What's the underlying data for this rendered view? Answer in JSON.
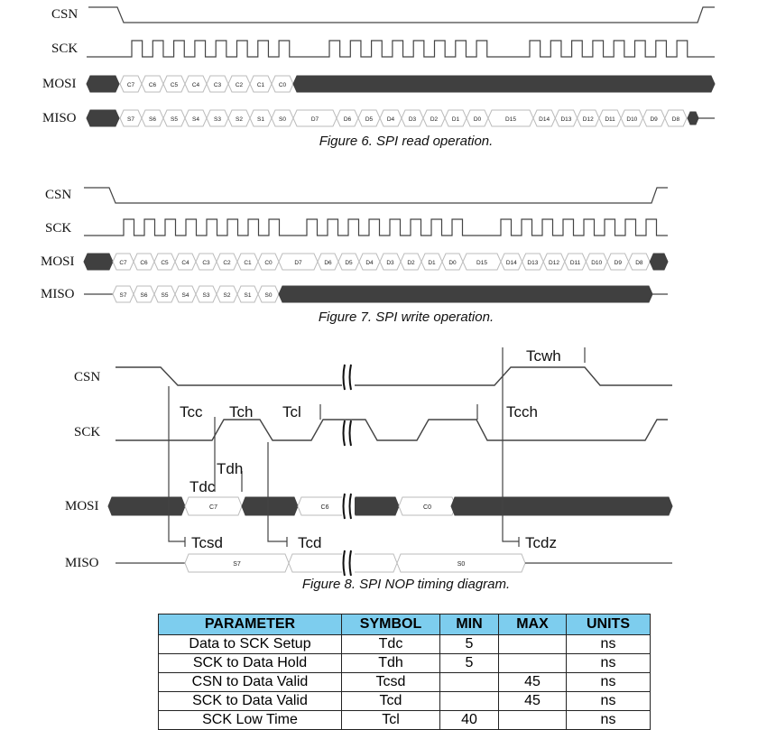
{
  "fig6": {
    "caption": "Figure 6. SPI read operation.",
    "signals": {
      "csn": "CSN",
      "sck": "SCK",
      "mosi": "MOSI",
      "miso": "MISO"
    },
    "mosi_cells": [
      "C7",
      "C6",
      "C5",
      "C4",
      "C3",
      "C2",
      "C1",
      "C0"
    ],
    "miso_cells": [
      "S7",
      "S6",
      "S5",
      "S4",
      "S3",
      "S2",
      "S1",
      "S0",
      "D7",
      "D6",
      "D5",
      "D4",
      "D3",
      "D2",
      "D1",
      "D0",
      "D15",
      "D14",
      "D13",
      "D12",
      "D11",
      "D10",
      "D9",
      "D8"
    ]
  },
  "fig7": {
    "caption": "Figure 7.  SPI write operation.",
    "signals": {
      "csn": "CSN",
      "sck": "SCK",
      "mosi": "MOSI",
      "miso": "MISO"
    },
    "mosi_cells": [
      "C7",
      "C6",
      "C5",
      "C4",
      "C3",
      "C2",
      "C1",
      "C0",
      "D7",
      "D6",
      "D5",
      "D4",
      "D3",
      "D2",
      "D1",
      "D0",
      "D15",
      "D14",
      "D13",
      "D12",
      "D11",
      "D10",
      "D9",
      "D8"
    ],
    "miso_cells": [
      "S7",
      "S6",
      "S5",
      "S4",
      "S3",
      "S2",
      "S1",
      "S0"
    ]
  },
  "fig8": {
    "caption": "Figure 8. SPI NOP timing diagram.",
    "signals": {
      "csn": "CSN",
      "sck": "SCK",
      "mosi": "MOSI",
      "miso": "MISO"
    },
    "mosi_cells": [
      "C7",
      "C6",
      "C0"
    ],
    "miso_cells": [
      "S7",
      "S0"
    ],
    "timings": {
      "tcc": "Tcc",
      "tch": "Tch",
      "tcl": "Tcl",
      "tcch": "Tcch",
      "tcwh": "Tcwh",
      "tdh": "Tdh",
      "tdc": "Tdc",
      "tcsd": "Tcsd",
      "tcd": "Tcd",
      "tcdz": "Tcdz"
    }
  },
  "table": {
    "headers": [
      "PARAMETER",
      "SYMBOL",
      "MIN",
      "MAX",
      "UNITS"
    ],
    "rows": [
      [
        "Data to SCK Setup",
        "Tdc",
        "5",
        "",
        "ns"
      ],
      [
        "SCK to Data Hold",
        "Tdh",
        "5",
        "",
        "ns"
      ],
      [
        "CSN to Data Valid",
        "Tcsd",
        "",
        "45",
        "ns"
      ],
      [
        "SCK to Data Valid",
        "Tcd",
        "",
        "45",
        "ns"
      ],
      [
        "SCK Low Time",
        "Tcl",
        "40",
        "",
        "ns"
      ]
    ]
  },
  "colors": {
    "bus_fill": "#404040",
    "header_bg": "#7dcdee"
  }
}
